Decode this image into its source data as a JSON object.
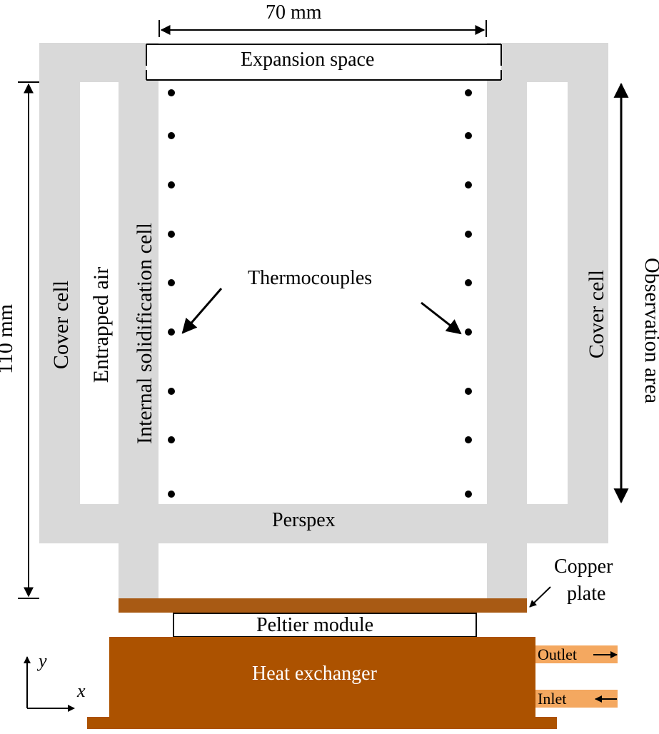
{
  "dimensions": {
    "width_label": "70 mm",
    "height_label": "110 mm"
  },
  "labels": {
    "expansion_space": "Expansion space",
    "thermocouples": "Thermocouples",
    "perspex": "Perspex",
    "cover_cell_left": "Cover cell",
    "cover_cell_right": "Cover cell",
    "entrapped_air": "Entrapped air",
    "internal_cell": "Internal solidification cell",
    "observation_area": "Observation area",
    "copper_plate_line1": "Copper",
    "copper_plate_line2": "plate",
    "peltier_module": "Peltier module",
    "heat_exchanger": "Heat exchanger",
    "outlet": "Outlet",
    "inlet": "Inlet",
    "axis_x": "x",
    "axis_y": "y"
  },
  "colors": {
    "perspex": "#d9d9d9",
    "copper": "#a85a14",
    "heat_exchanger": "#ac5200",
    "pipe": "#f4a860",
    "text_light": "#ffffff",
    "line": "#000000"
  },
  "thermocouples": {
    "count_per_side": 9,
    "sides": [
      "left",
      "right"
    ]
  }
}
